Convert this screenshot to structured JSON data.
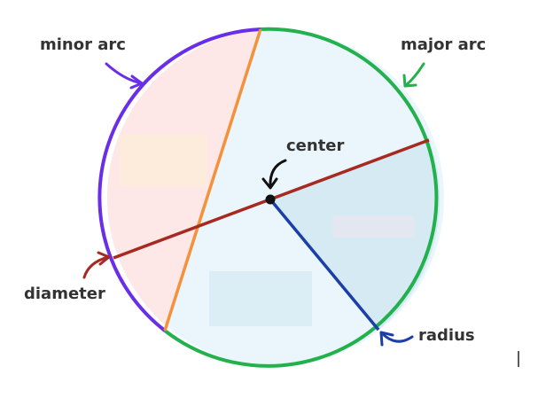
{
  "labels": {
    "minor_arc": "minor arc",
    "major_arc": "major arc",
    "center": "center",
    "diameter": "diameter",
    "radius": "radius"
  },
  "colors": {
    "minor_arc": "#6a2ee8",
    "major_arc": "#22b14c",
    "chord": "#f5913a",
    "diameter": "#a62a22",
    "radius": "#1b3fa8",
    "minor_segment_fill": "#fde7e7",
    "circle_fill": "#eaf6fc",
    "sector_fill": "#d6eaf4",
    "arrow": "#a62a22",
    "text": "#333333"
  }
}
